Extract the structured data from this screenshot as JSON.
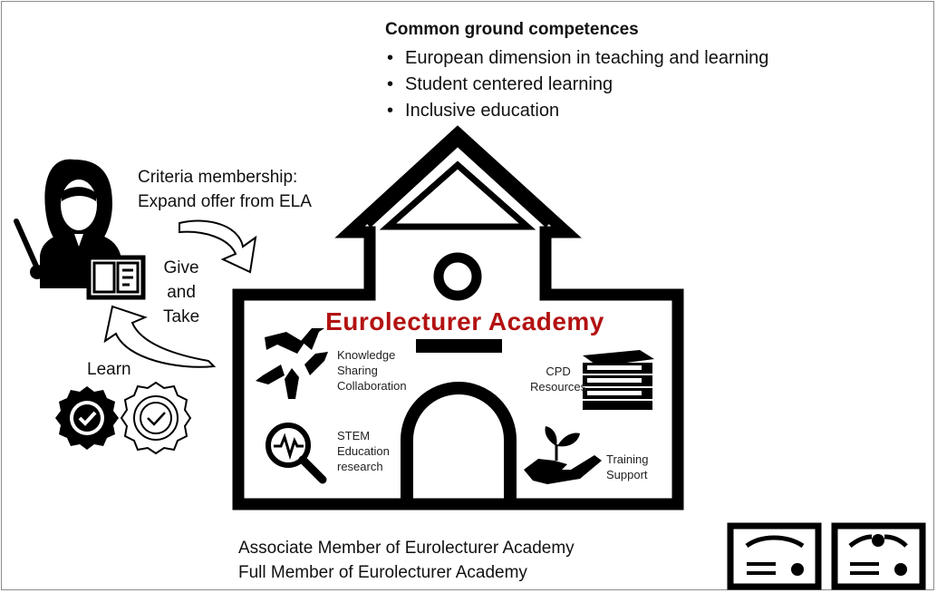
{
  "competences": {
    "title": "Common ground competences",
    "items": [
      "European dimension in teaching and learning",
      "Student centered learning",
      "Inclusive education"
    ]
  },
  "criteria": {
    "line1": "Criteria membership:",
    "line2": "Expand offer from ELA"
  },
  "give_take": {
    "line1": "Give",
    "line2": "and",
    "line3": "Take"
  },
  "learn": "Learn",
  "academy": {
    "title": "Eurolecturer Academy",
    "color": "#b31212",
    "features": {
      "knowledge": [
        "Knowledge",
        "Sharing",
        "Collaboration"
      ],
      "cpd": [
        "CPD",
        "Resources"
      ],
      "stem": [
        "STEM",
        "Education",
        "research"
      ],
      "training": [
        "Training",
        "Support"
      ]
    }
  },
  "membership": {
    "associate": "Associate Member of Eurolecturer Academy",
    "full": "Full Member of Eurolecturer Academy"
  },
  "icons": [
    "teacher-icon",
    "book-icon",
    "badge-filled-icon",
    "badge-outline-icon",
    "hands-icon",
    "books-stack-icon",
    "magnifier-pulse-icon",
    "plant-hand-icon",
    "certificate-icon"
  ]
}
